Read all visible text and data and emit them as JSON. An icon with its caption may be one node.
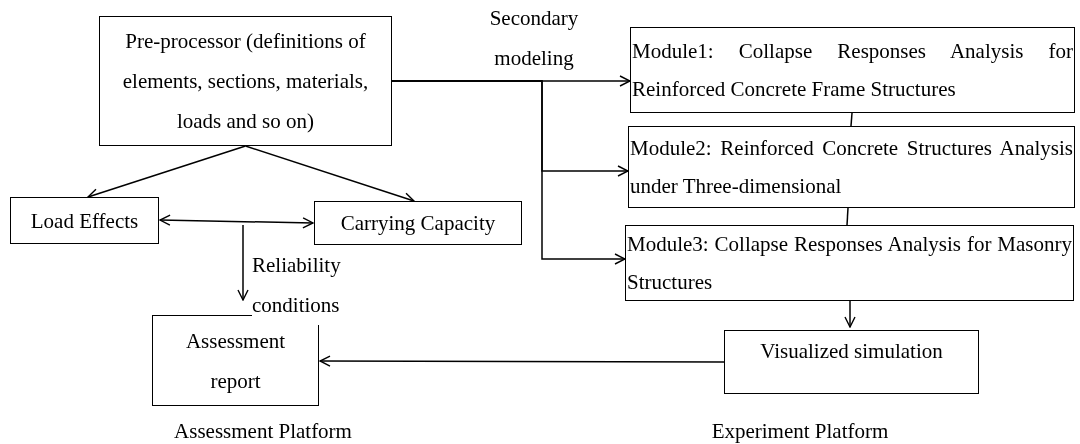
{
  "diagram": {
    "nodes": [
      {
        "text": [
          "Pre-processor (definitions of elements, sections, materials, loads and so on)"
        ]
      },
      {
        "text": [
          "Load Effects"
        ]
      },
      {
        "text": [
          "Carrying Capacity"
        ]
      },
      {
        "text": [
          "Module1: Collapse Responses Analysis for Reinforced Concrete Frame Structures"
        ]
      },
      {
        "text": [
          "Module2: Reinforced Concrete Structures Analysis under Three-dimensional"
        ]
      },
      {
        "text": [
          "Module3: Collapse Responses Analysis for Masonry Structures"
        ]
      },
      {
        "text": [
          "Visualized simulation"
        ]
      },
      {
        "text": [
          "Assessment report"
        ]
      }
    ],
    "edges": [
      {
        "from": 0,
        "to": 1,
        "arrow": "to"
      },
      {
        "from": 0,
        "to": 2,
        "arrow": "to"
      },
      {
        "from": 1,
        "to": 2,
        "arrow": "both"
      },
      {
        "from": null,
        "to": 7,
        "arrow": "to",
        "label": "Reliability conditions"
      },
      {
        "from": 0,
        "to": 3,
        "arrow": "to",
        "label": "Secondary modeling"
      },
      {
        "from": 0,
        "to": 4,
        "arrow": "to"
      },
      {
        "from": 0,
        "to": 5,
        "arrow": "to"
      },
      {
        "from": 3,
        "to": 4,
        "arrow": "none"
      },
      {
        "from": 4,
        "to": 5,
        "arrow": "none"
      },
      {
        "from": 5,
        "to": 6,
        "arrow": "to"
      },
      {
        "from": 6,
        "to": 7,
        "arrow": "to"
      }
    ],
    "labels": [
      "Assessment Platform",
      "Experiment Platform"
    ]
  }
}
